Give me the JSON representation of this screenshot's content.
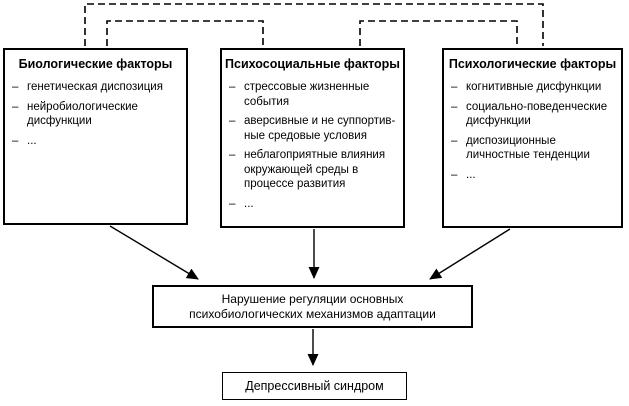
{
  "meta": {
    "background_color": "#ffffff",
    "line_color": "#000000",
    "bullet": "–"
  },
  "boxes": {
    "biological": {
      "title": "Биологические факторы",
      "items": [
        "генетическая диспозиция",
        "нейробиологические дисфункции",
        "..."
      ]
    },
    "psychosocial": {
      "title": "Психосоциальные факторы",
      "items": [
        "стрессовые жизненные события",
        "аверсивные и не суппортив­ные средовые условия",
        "неблагоприятные влияния окружающей среды в процессе развития",
        "..."
      ]
    },
    "psychological": {
      "title": "Психологические факторы",
      "items": [
        "когнитивные дисфункции",
        "социально-поведенческие дисфункции",
        "диспозиционные личностные тенденции",
        "..."
      ]
    },
    "disruption": {
      "text": "Нарушение регуляции основных психобиологических механизмов адаптации"
    },
    "outcome": {
      "text": "Депрессивный синдром"
    }
  }
}
